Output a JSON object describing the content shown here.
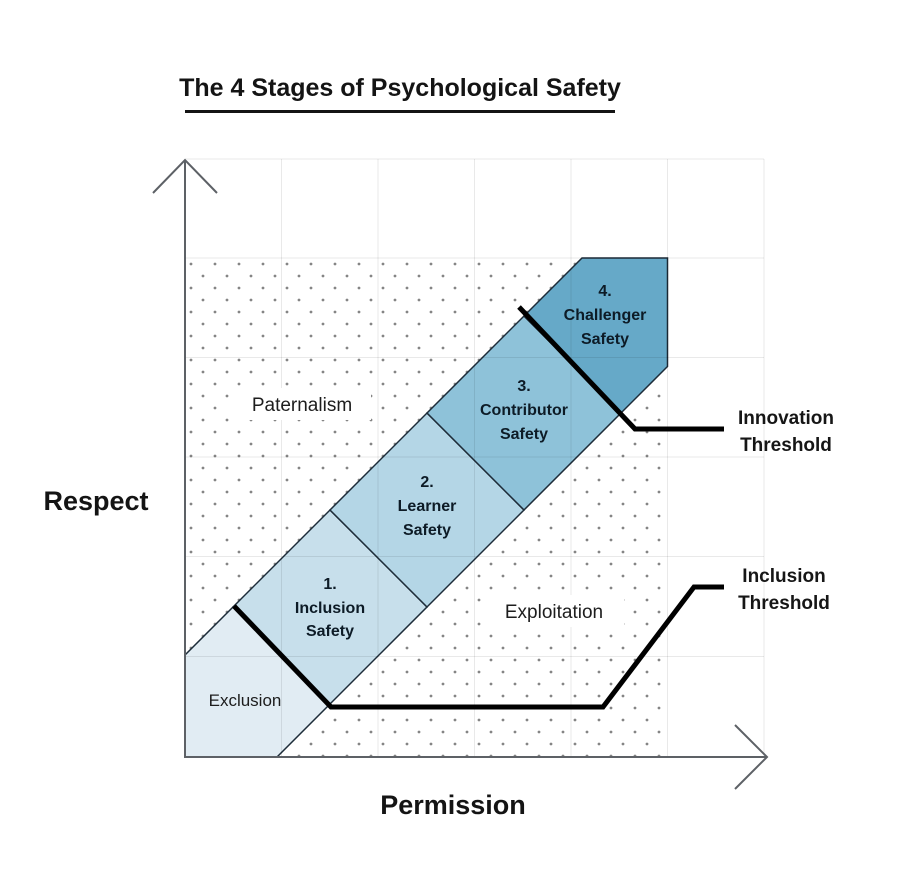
{
  "title": "The 4 Stages of Psychological Safety",
  "axes": {
    "y_label": "Respect",
    "x_label": "Permission"
  },
  "regions": {
    "exclusion": {
      "label": "Exclusion",
      "color": "#e1ecf3"
    },
    "paternalism": {
      "label": "Paternalism"
    },
    "exploitation": {
      "label": "Exploitation"
    }
  },
  "stages": [
    {
      "number": "1.",
      "name": "Inclusion",
      "category": "Safety",
      "color": "#c7dfeb"
    },
    {
      "number": "2.",
      "name": "Learner",
      "category": "Safety",
      "color": "#b4d6e6"
    },
    {
      "number": "3.",
      "name": "Contributor",
      "category": "Safety",
      "color": "#8ec2d9"
    },
    {
      "number": "4.",
      "name": "Challenger",
      "category": "Safety",
      "color": "#66a9c8"
    }
  ],
  "thresholds": {
    "innovation": {
      "line1": "Innovation",
      "line2": "Threshold"
    },
    "inclusion": {
      "line1": "Inclusion",
      "line2": "Threshold"
    }
  },
  "colors": {
    "band_border": "#1d2c39",
    "threshold_line": "#000000",
    "axis": "#5d6166",
    "dot": "#858585",
    "gridline": "#e9e9e9"
  }
}
